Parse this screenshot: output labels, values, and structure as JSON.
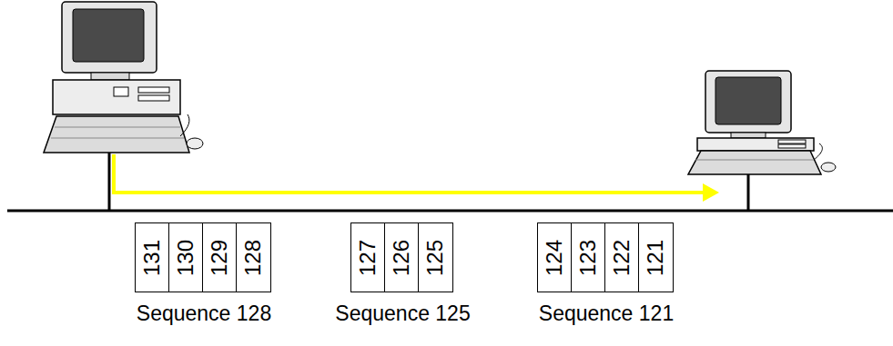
{
  "diagram": {
    "nodes": [
      {
        "text": [
          "Sequence 128"
        ]
      },
      {
        "text": [
          "131"
        ],
        "in": 0
      },
      {
        "text": [
          "130"
        ],
        "in": 0
      },
      {
        "text": [
          "129"
        ],
        "in": 0
      },
      {
        "text": [
          "128"
        ],
        "in": 0
      },
      {
        "text": [
          "Sequence 125"
        ]
      },
      {
        "text": [
          "127"
        ],
        "in": 5
      },
      {
        "text": [
          "126"
        ],
        "in": 5
      },
      {
        "text": [
          "125"
        ],
        "in": 5
      },
      {
        "text": [
          "Sequence 121"
        ]
      },
      {
        "text": [
          "124"
        ],
        "in": 9
      },
      {
        "text": [
          "123"
        ],
        "in": 9
      },
      {
        "text": [
          "122"
        ],
        "in": 9
      },
      {
        "text": [
          "121"
        ],
        "in": 9
      }
    ]
  }
}
